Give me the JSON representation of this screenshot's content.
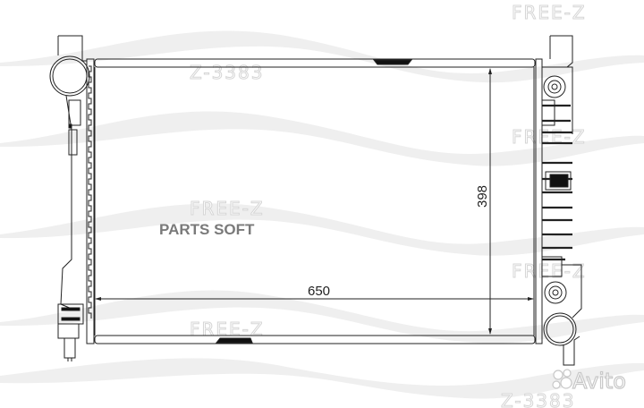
{
  "drawing": {
    "subject": "radiator",
    "dimensions": {
      "height": "398",
      "width": "650"
    }
  },
  "watermarks": {
    "brand": "FREE-Z",
    "part_number": "Z-3383",
    "site": "PARTS SOFT",
    "marketplace": "Avito"
  }
}
